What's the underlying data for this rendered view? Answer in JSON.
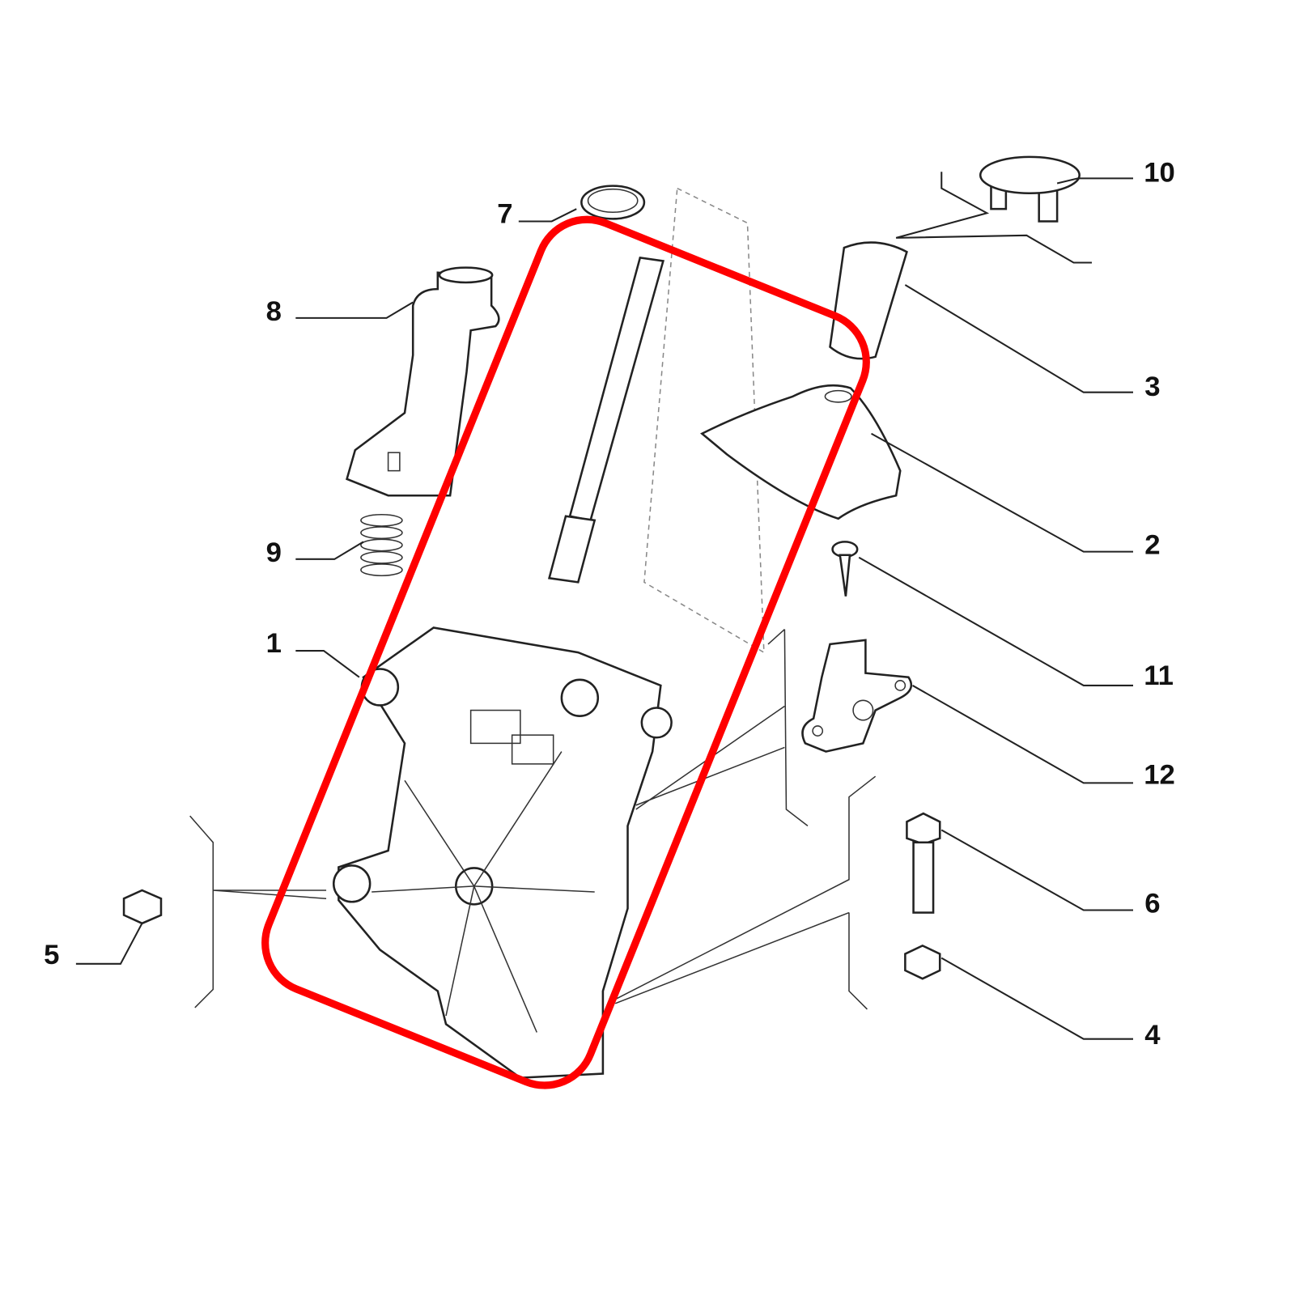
{
  "diagram": {
    "labels": {
      "p1": "1",
      "p2": "2",
      "p3": "3",
      "p4": "4",
      "p5": "5",
      "p6": "6",
      "p7": "7",
      "p8": "8",
      "p9": "9",
      "p10": "10",
      "p11": "11",
      "p12": "12"
    },
    "highlight_color": "#ff0000"
  }
}
